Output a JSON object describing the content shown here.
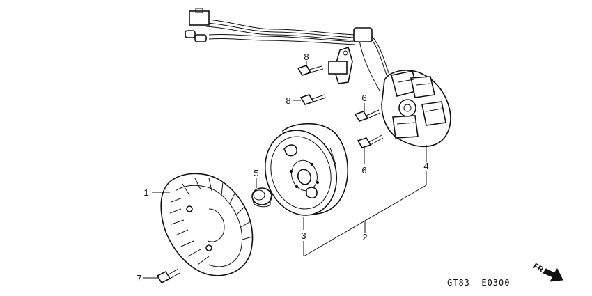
{
  "callouts": {
    "flywheel_fan": "1",
    "flywheel_group": "2",
    "flywheel": "3",
    "stator_coil": "4",
    "nut": "5",
    "bolt_upper": "6",
    "bolt_lower": "6",
    "fan_bolt": "7",
    "bolt_top": "8",
    "bolt_mid": "8"
  },
  "diagram_code": "GT83- E0300",
  "direction_label": "FR."
}
